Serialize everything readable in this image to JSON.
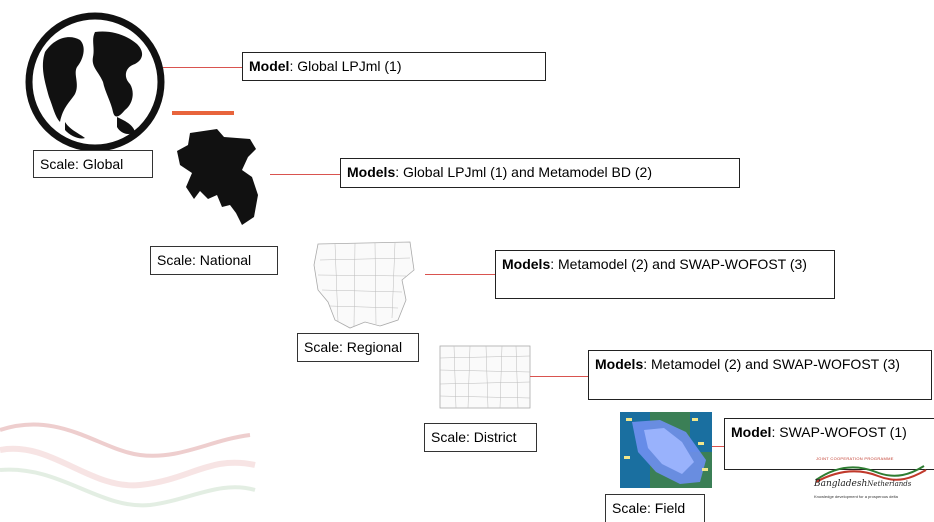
{
  "levels": [
    {
      "scale": "Scale: Global",
      "model_label": "Model",
      "models": ": Global LPJml (1)"
    },
    {
      "scale": "Scale: National",
      "model_label": "Models",
      "models": ": Global LPJml (1) and Metamodel BD (2)"
    },
    {
      "scale": "Scale: Regional",
      "model_label": "Models",
      "models": ": Metamodel (2) and SWAP-WOFOST (3)"
    },
    {
      "scale": "Scale: District",
      "model_label": "Models",
      "models": ": Metamodel (2) and SWAP-WOFOST (3)"
    },
    {
      "scale": "Scale: Field",
      "model_label": "Model",
      "models": ": SWAP-WOFOST (1)"
    }
  ],
  "logo": {
    "header": "JOINT COOPERATION PROGRAMME",
    "name_left": "Bangladesh",
    "name_right": "Netherlands",
    "tagline": "Knowledge development for a prosperous delta"
  },
  "colors": {
    "connector": "#d9534f",
    "accent_bar": "#e8643c",
    "water": "#1a6fa0",
    "land": "#4a8a4a"
  }
}
